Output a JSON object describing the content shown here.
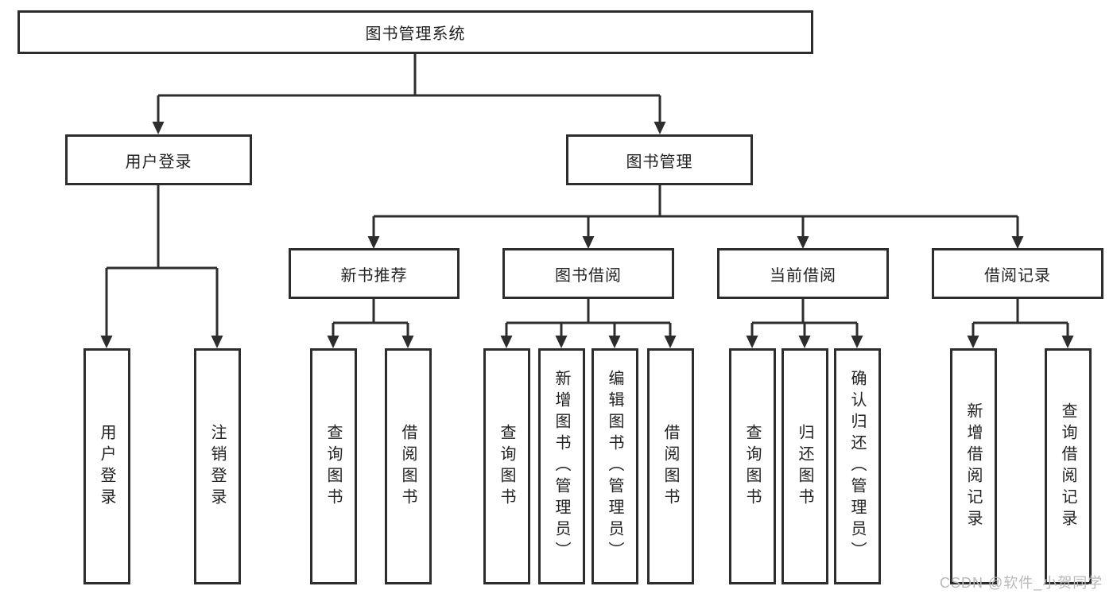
{
  "tree": {
    "root": {
      "label": "图书管理系统",
      "children": [
        {
          "label": "用户登录",
          "children": [
            {
              "label": "用户登录"
            },
            {
              "label": "注销登录"
            }
          ]
        },
        {
          "label": "图书管理",
          "children": [
            {
              "label": "新书推荐",
              "children": [
                {
                  "label": "查询图书"
                },
                {
                  "label": "借阅图书"
                }
              ]
            },
            {
              "label": "图书借阅",
              "children": [
                {
                  "label": "查询图书"
                },
                {
                  "label": "新增图书（管理员）"
                },
                {
                  "label": "编辑图书（管理员）"
                },
                {
                  "label": "借阅图书"
                }
              ]
            },
            {
              "label": "当前借阅",
              "children": [
                {
                  "label": "查询图书"
                },
                {
                  "label": "归还图书"
                },
                {
                  "label": "确认归还（管理员）"
                }
              ]
            },
            {
              "label": "借阅记录",
              "children": [
                {
                  "label": "新增借阅记录"
                },
                {
                  "label": "查询借阅记录"
                }
              ]
            }
          ]
        }
      ]
    }
  },
  "style": {
    "line_color": "#2d2d2d",
    "box_border_color": "#2d2d2d",
    "text_color": "#222222",
    "watermark_color": "#b9b9b9"
  },
  "watermark": {
    "text": "CSDN @软件_小贺同学"
  }
}
